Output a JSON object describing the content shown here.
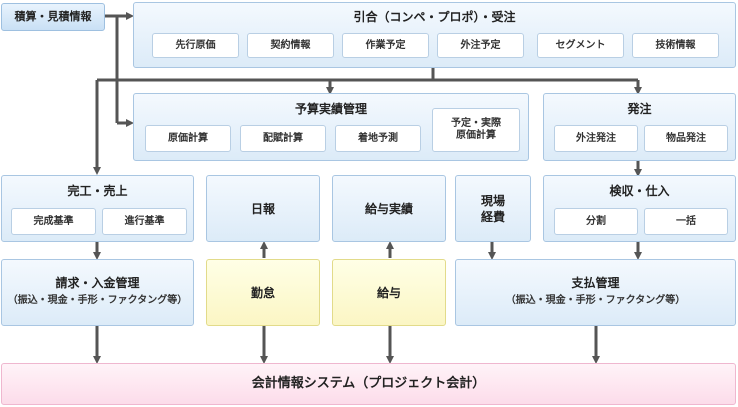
{
  "estimate": {
    "label": "積算・見積情報"
  },
  "inquiry": {
    "title": "引合（コンペ・プロポ）・受注",
    "chips": [
      "先行原価",
      "契約情報",
      "作業予定",
      "外注予定",
      "セグメント",
      "技術情報"
    ]
  },
  "budget": {
    "title": "予算実績管理",
    "chips": [
      "原価計算",
      "配賦計算",
      "着地予測"
    ],
    "chip_multi": [
      "予定・実際",
      "原価計算"
    ]
  },
  "order": {
    "title": "発注",
    "chips": [
      "外注発注",
      "物品発注"
    ]
  },
  "completion": {
    "title": "完工・売上",
    "chips": [
      "完成基準",
      "進行基準"
    ]
  },
  "daily_report": {
    "label": "日報"
  },
  "payroll_actual": {
    "label": "給与実績"
  },
  "site_expense": {
    "lines": [
      "現場",
      "経費"
    ]
  },
  "inspection": {
    "title": "検収・仕入",
    "chips": [
      "分割",
      "一括"
    ]
  },
  "billing": {
    "title": "請求・入金管理",
    "subtitle": "（振込・現金・手形・ファクタング等）"
  },
  "attendance": {
    "label": "勤怠"
  },
  "salary": {
    "label": "給与"
  },
  "payment": {
    "title": "支払管理",
    "subtitle": "（振込・現金・手形・ファクタング等）"
  },
  "accounting": {
    "label": "会計情報システム（プロジェクト会計）"
  },
  "colors": {
    "box_border": "#a9c6e2",
    "arrow": "#555555",
    "yellow": "#fbf6c4",
    "pink": "#fcdcea"
  }
}
